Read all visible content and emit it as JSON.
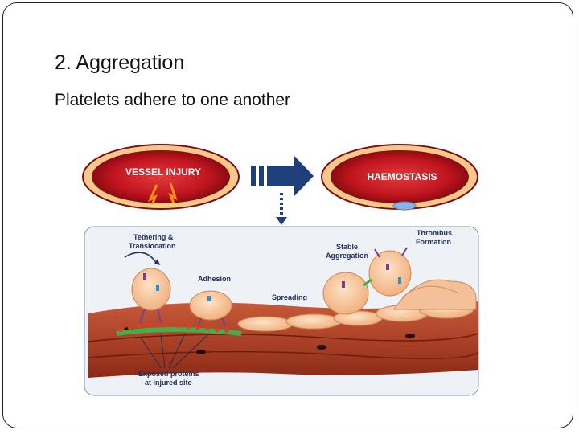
{
  "slide": {
    "title": "2. Aggregation",
    "body": "Platelets adhere to one another"
  },
  "diagram": {
    "top_left_label": "VESSEL INJURY",
    "top_right_label": "HAEMOSTASIS",
    "labels": {
      "tethering_line1": "Tethering &",
      "tethering_line2": "Translocation",
      "adhesion": "Adhesion",
      "stable_line1": "Stable",
      "stable_line2": "Aggregation",
      "thrombus_line1": "Thrombus",
      "thrombus_line2": "Formation",
      "spreading": "Spreading",
      "exposed_line1": "Exposed proteins",
      "exposed_line2": "at injured site"
    },
    "colors": {
      "vessel_red": "#c8102e",
      "vessel_dark": "#7a0c12",
      "arrow_blue": "#1f3f7a",
      "tissue_brown": "#b9472d",
      "platelet_peach": "#f7c9a1"
    }
  }
}
